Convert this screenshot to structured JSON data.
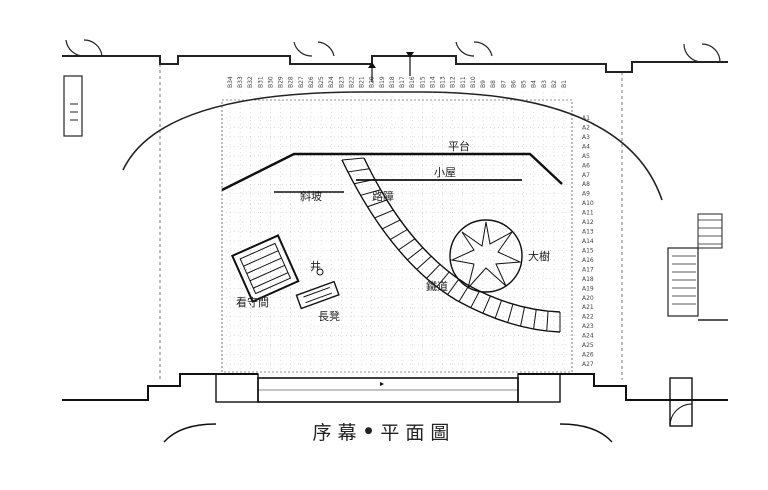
{
  "title": "序幕",
  "subtitle": "平面圖",
  "top_grid_labels": [
    "B34",
    "B33",
    "B32",
    "B31",
    "B30",
    "B29",
    "B28",
    "B27",
    "B26",
    "B25",
    "B24",
    "B23",
    "B22",
    "B21",
    "B20",
    "B19",
    "B18",
    "B17",
    "B16",
    "B15",
    "B14",
    "B13",
    "B12",
    "B11",
    "B10",
    "B9",
    "B8",
    "B7",
    "B6",
    "B5",
    "B4",
    "B3",
    "B2",
    "B1"
  ],
  "side_grid_labels": [
    "A1",
    "A2",
    "A3",
    "A4",
    "A5",
    "A6",
    "A7",
    "A8",
    "A9",
    "A10",
    "A11",
    "A12",
    "A13",
    "A14",
    "A15",
    "A16",
    "A17",
    "A18",
    "A19",
    "A20",
    "A21",
    "A22",
    "A23",
    "A24",
    "A25",
    "A26",
    "A27"
  ],
  "stage_labels": {
    "platform": "平台",
    "track": "鐵道",
    "big_tree": "大樹",
    "cabin": "看守間",
    "bench": "長凳",
    "barrier": "路障",
    "well": "井",
    "slope": "斜坡",
    "hut": "小屋"
  }
}
